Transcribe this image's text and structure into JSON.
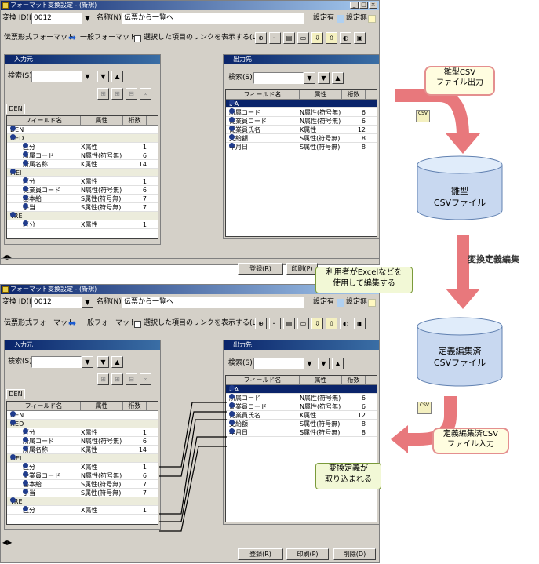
{
  "window": {
    "title": "フォーマット変換設定 - (新規)",
    "btn_min": "_",
    "btn_max": "□",
    "btn_close": "×"
  },
  "form": {
    "id_label": "変換 ID(I):",
    "id_value": "0012",
    "name_label": "名称(N):",
    "name_value": "伝票から一覧へ",
    "set_yes": "設定有",
    "set_no": "設定無"
  },
  "toolbar": {
    "source_fmt": "伝票形式フォーマット",
    "target_fmt": "一般フォーマット",
    "checkbox_label": "選択した項目のリンクを表示する(L)"
  },
  "input_panel": {
    "title": "入力元",
    "search_label": "検索(S)",
    "tab": "DEN",
    "col_name": "フィールド名",
    "col_attr": "属性",
    "col_digits": "桁数",
    "rows": [
      {
        "name": "DEN",
        "attr": "",
        "digits": "",
        "level": 0,
        "group": false
      },
      {
        "name": "HED",
        "attr": "",
        "digits": "",
        "level": 0,
        "group": true
      },
      {
        "name": "区分",
        "attr": "X属性",
        "digits": "1",
        "level": 2,
        "group": false
      },
      {
        "name": "所属コード",
        "attr": "N属性(符号無)",
        "digits": "6",
        "level": 2,
        "group": false
      },
      {
        "name": "所属名称",
        "attr": "K属性",
        "digits": "14",
        "level": 2,
        "group": false
      },
      {
        "name": "MEI",
        "attr": "",
        "digits": "",
        "level": 0,
        "group": true
      },
      {
        "name": "区分",
        "attr": "X属性",
        "digits": "1",
        "level": 2,
        "group": false
      },
      {
        "name": "従業員コード",
        "attr": "N属性(符号無)",
        "digits": "6",
        "level": 2,
        "group": false
      },
      {
        "name": "基本給",
        "attr": "S属性(符号無)",
        "digits": "7",
        "level": 2,
        "group": false
      },
      {
        "name": "手当",
        "attr": "S属性(符号無)",
        "digits": "7",
        "level": 2,
        "group": false
      },
      {
        "name": "TRE",
        "attr": "",
        "digits": "",
        "level": 0,
        "group": true
      },
      {
        "name": "区分",
        "attr": "X属性",
        "digits": "1",
        "level": 2,
        "group": false
      }
    ]
  },
  "output_panel": {
    "title": "出力先",
    "search_label": "検索(S)",
    "col_name": "フィールド名",
    "col_attr": "属性",
    "col_digits": "桁数",
    "rows_top": [
      {
        "name": "IPA",
        "attr": "",
        "digits": "",
        "sel": true
      },
      {
        "name": "所属コード",
        "attr": "N属性(符号無)",
        "digits": "6"
      },
      {
        "name": "従業員コード",
        "attr": "N属性(符号無)",
        "digits": "6"
      },
      {
        "name": "従業員氏名",
        "attr": "K属性",
        "digits": "12"
      },
      {
        "name": "支給額",
        "attr": "S属性(符号無)",
        "digits": "8"
      },
      {
        "name": "年月日",
        "attr": "S属性(符号無)",
        "digits": "8"
      }
    ]
  },
  "buttons": {
    "register": "登録(R)",
    "print": "印刷(P)",
    "delete": "削除(D)"
  },
  "diagram": {
    "callout_out": "雛型CSV\nファイル出力",
    "cyl1": "雛型\nCSVファイル",
    "step_edit": "変換定義編集",
    "bubble_excel": "利用者がExcelなどを\n使用して編集する",
    "cyl2": "定義編集済\nCSVファイル",
    "callout_in": "定義編集済CSV\nファイル入力",
    "bubble_import": "変換定義が\n取り込まれる",
    "csv_icon": "CSV"
  },
  "colors": {
    "arrow": "#e8787c",
    "cylinder": "#c8d8f0",
    "title_bar": "#0a246a",
    "window_bg": "#d4d0c8"
  }
}
